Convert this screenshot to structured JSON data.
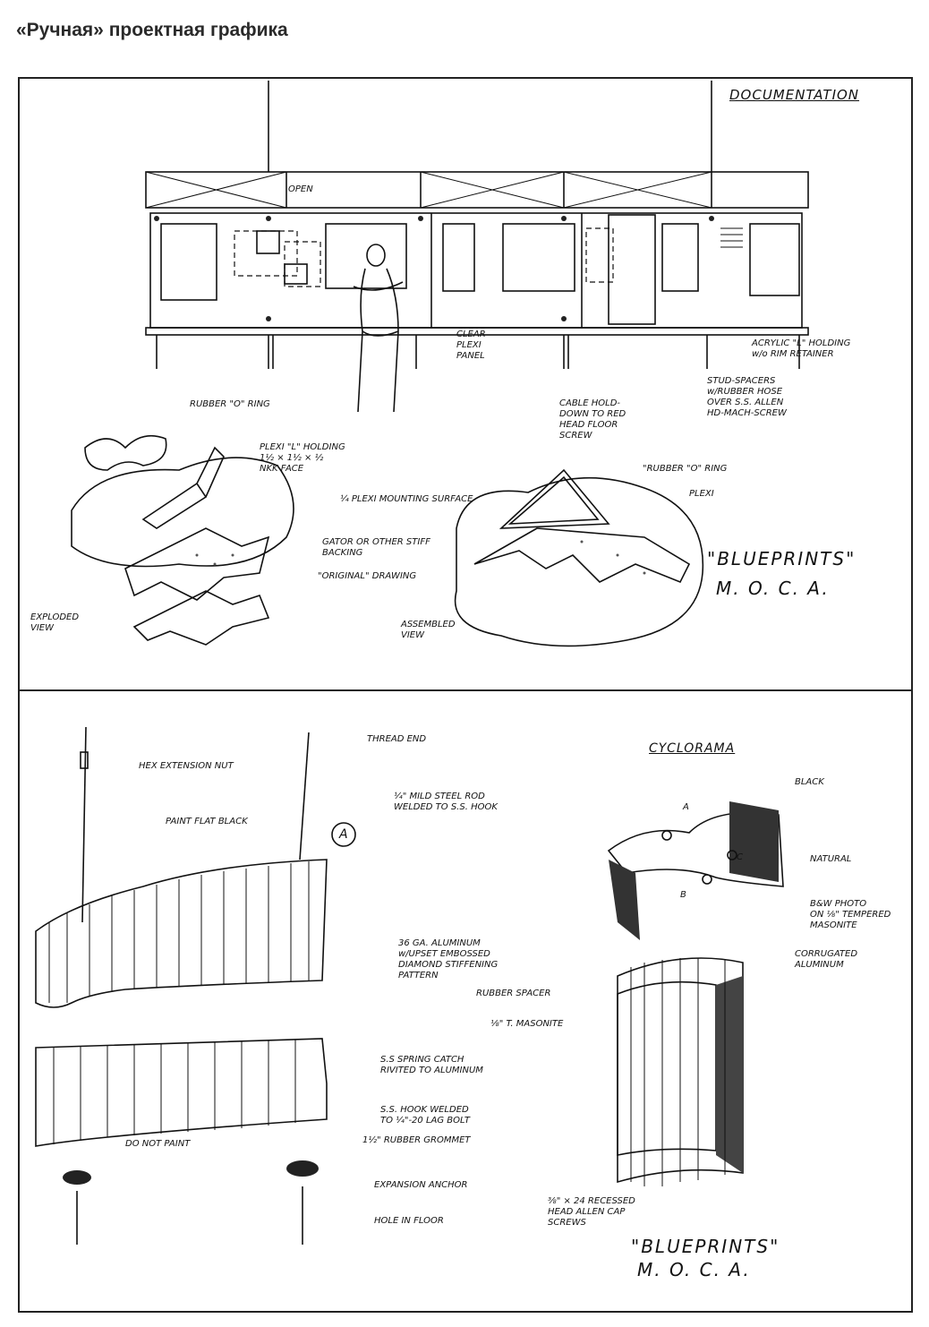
{
  "header": {
    "title": "«Ручная» проектная графика"
  },
  "top_panel": {
    "title": "DOCUMENTATION",
    "open_label": "OPEN",
    "labels": {
      "clear_plexi": [
        "CLEAR",
        "PLEXI",
        "PANEL"
      ],
      "acrylic": [
        "ACRYLIC \"L\" HOLDING",
        "w/o RIM RETAINER"
      ],
      "stud_spacers": [
        "STUD-SPACERS",
        "w/RUBBER HOSE",
        "OVER S.S. ALLEN",
        "HD-MACH-SCREW"
      ],
      "cable_hold": [
        "CABLE HOLD-",
        "DOWN TO RED",
        "HEAD FLOOR",
        "SCREW"
      ],
      "rubber_o_ring_1": "RUBBER \"O\" RING",
      "plexi_l_holding": [
        "PLEXI \"L\" HOLDING",
        "1½ × 1½ × ½",
        "NKK FACE"
      ],
      "mounting_surface": "¼ PLEXI MOUNTING SURFACE",
      "gator": [
        "GATOR OR OTHER STIFF",
        "BACKING"
      ],
      "original_drawing": "\"ORIGINAL\" DRAWING",
      "rubber_o_ring_2": "\"RUBBER \"O\" RING",
      "plexi": "PLEXI",
      "exploded": [
        "EXPLODED",
        "VIEW"
      ],
      "assembled": [
        "ASSEMBLED",
        "VIEW"
      ],
      "blueprints": "\"BLUEPRINTS\"",
      "moca": "M. O. C. A."
    }
  },
  "bottom_panel": {
    "labels": {
      "thread_end": "THREAD END",
      "hex_nut": "HEX EXTENSION NUT",
      "rod": [
        "¼\" MILD STEEL ROD",
        "WELDED TO S.S. HOOK"
      ],
      "paint_flat": "PAINT FLAT BLACK",
      "circle_a": "A",
      "aluminum": [
        "36 GA. ALUMINUM",
        "w/UPSET EMBOSSED",
        "DIAMOND STIFFENING",
        "PATTERN"
      ],
      "spring_catch": [
        "S.S SPRING CATCH",
        "RIVITED TO ALUMINUM"
      ],
      "hook": [
        "S.S. HOOK WELDED",
        "TO ¼\"-20 LAG BOLT"
      ],
      "grommet": "1½\" RUBBER GROMMET",
      "do_not_paint": "DO NOT PAINT",
      "expansion": "EXPANSION ANCHOR",
      "hole": "HOLE IN FLOOR",
      "cyclorama": "CYCLORAMA",
      "black": "BLACK",
      "natural": "NATURAL",
      "bw_photo": [
        "B&W PHOTO",
        "ON ⅛\" TEMPERED",
        "MASONITE"
      ],
      "corrugated": [
        "CORRUGATED",
        "ALUMINUM"
      ],
      "rubber_spacer": "RUBBER SPACER",
      "masonite": "⅛\" T. MASONITE",
      "screws": [
        "⅜\" × 24 RECESSED",
        "HEAD ALLEN CAP",
        "SCREWS"
      ],
      "pt_a": "A",
      "pt_b": "B",
      "pt_c": "C",
      "blueprints": "\"BLUEPRINTS\"",
      "moca": "M. O. C. A."
    }
  }
}
